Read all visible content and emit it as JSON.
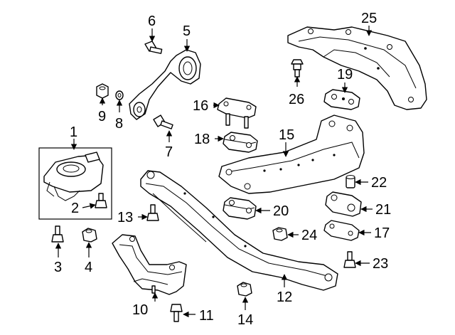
{
  "callouts": {
    "c1": "1",
    "c2": "2",
    "c3": "3",
    "c4": "4",
    "c5": "5",
    "c6": "6",
    "c7": "7",
    "c8": "8",
    "c9": "9",
    "c10": "10",
    "c11": "11",
    "c12": "12",
    "c13": "13",
    "c14": "14",
    "c15": "15",
    "c16": "16",
    "c17": "17",
    "c18": "18",
    "c19": "19",
    "c20": "20",
    "c21": "21",
    "c22": "22",
    "c23": "23",
    "c24": "24",
    "c25": "25",
    "c26": "26"
  },
  "colors": {
    "line": "#000000",
    "background": "#ffffff"
  }
}
